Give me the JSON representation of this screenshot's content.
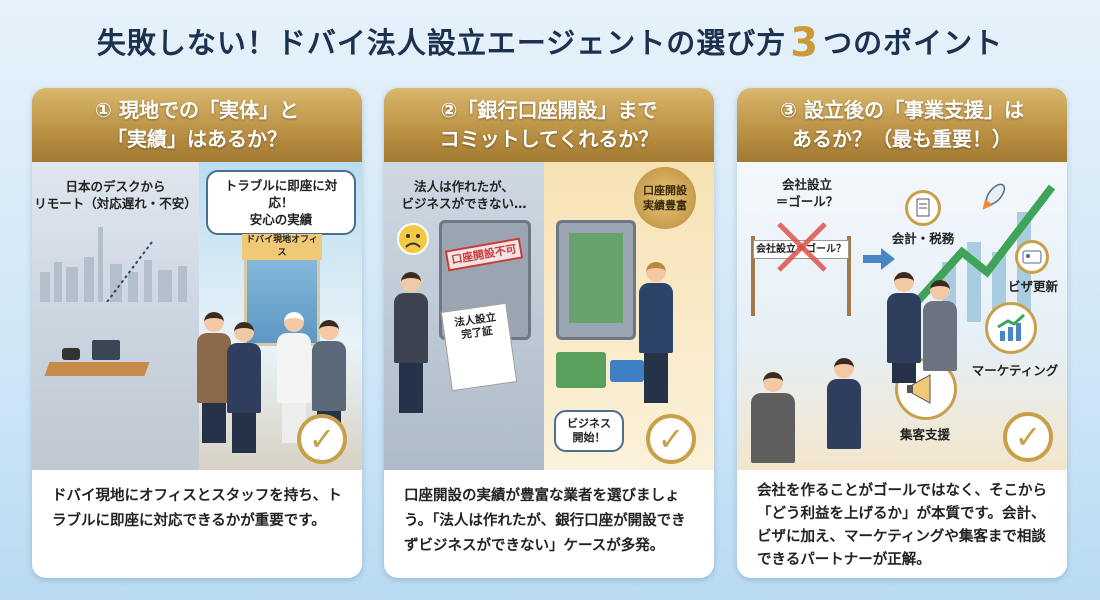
{
  "title": {
    "before": "失敗しない！ドバイ法人設立エージェントの選び方",
    "number": "3",
    "after": "つのポイント"
  },
  "colors": {
    "gold": "#c9a04a",
    "navy": "#1c3150"
  },
  "cards": [
    {
      "heading_line1": "① 現地での「実体」と",
      "heading_line2": "「実績」はあるか？",
      "left_caption_line1": "日本のデスクから",
      "left_caption_line2": "リモート（対応遅れ・不安）",
      "bubble_line1": "トラブルに即座に対応！",
      "bubble_line2": "安心の実績",
      "office_sign": "ドバイ現地オフィス",
      "body": "ドバイ現地にオフィスとスタッフを持ち、トラブルに即座に対応できるかが重要です。"
    },
    {
      "heading_line1": "②「銀行口座開設」まで",
      "heading_line2": "コミットしてくれるか？",
      "left_caption_line1": "法人は作れたが、",
      "left_caption_line2": "ビジネスができない…",
      "stamp": "口座開設不可",
      "document_line1": "法人設立",
      "document_line2": "完了証",
      "medal_line1": "口座開設",
      "medal_line2": "実績豊富",
      "bubble_line1": "ビジネス",
      "bubble_line2": "開始！",
      "body": "口座開設の実績が豊富な業者を選びましょう。「法人は作れたが、銀行口座が開設できずビジネスができない」ケースが多発。"
    },
    {
      "heading_line1": "③ 設立後の「事業支援」は",
      "heading_line2": "あるか？（最も重要！）",
      "left_caption_line1": "会社設立",
      "left_caption_line2": "＝ゴール？",
      "banner": "会社設立＝ゴール？",
      "services": [
        "会計・税務",
        "ビザ更新",
        "マーケティング",
        "集客支援"
      ],
      "body": "会社を作ることがゴールではなく、そこから「どう利益を上げるか」が本質です。会計、ビザに加え、マーケティングや集客まで相談できるパートナーが正解。"
    }
  ]
}
